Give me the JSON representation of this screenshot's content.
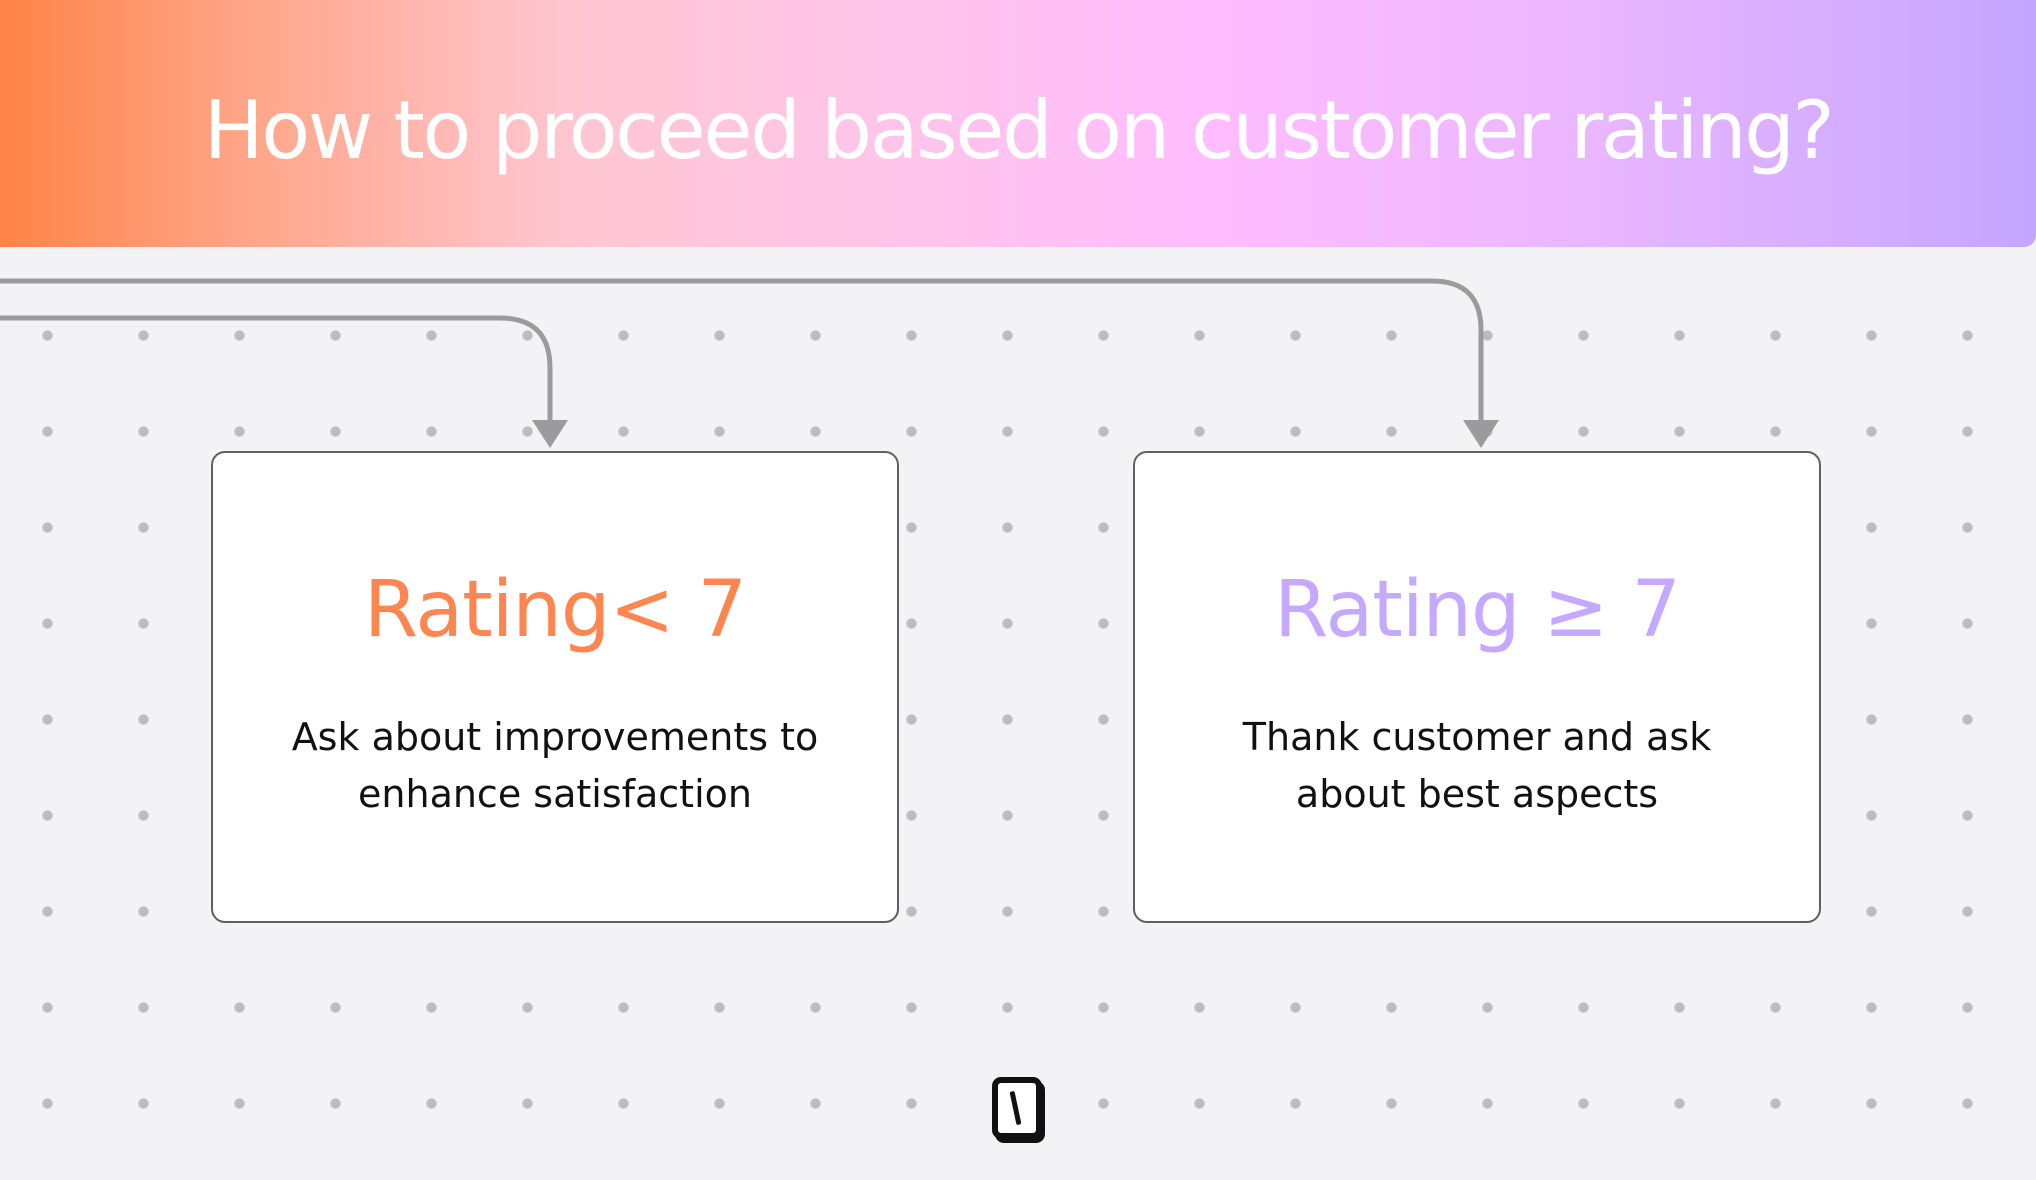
{
  "header": {
    "title": "How to proceed based on customer rating?"
  },
  "cards": [
    {
      "heading": "Rating< 7",
      "body_lines": [
        "Ask about improvements to",
        "enhance satisfaction"
      ],
      "color": "#fd8550"
    },
    {
      "heading": "Rating ≥ 7",
      "body_lines": [
        "Thank customer and ask",
        "about best aspects"
      ],
      "color": "#c5a8ff"
    }
  ],
  "colors": {
    "background": "#f3f2f4",
    "dot": "#bdbbc0",
    "connector": "#9b9a9d",
    "card_border": "#605f62"
  },
  "logo": {
    "icon": "slash-logo-icon"
  }
}
